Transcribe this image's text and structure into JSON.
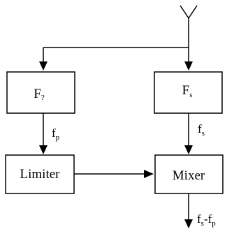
{
  "blocks": {
    "left_filter": {
      "main": "F",
      "sub": "?"
    },
    "right_filter": {
      "main": "F",
      "sub": "s"
    },
    "limiter": {
      "label": "Limiter"
    },
    "mixer": {
      "label": "Mixer"
    }
  },
  "signals": {
    "fp": {
      "main": "f",
      "sub": "p"
    },
    "fs": {
      "main": "f",
      "sub": "s"
    },
    "out": {
      "main1": "f",
      "sub1": "s",
      "dash": "-",
      "main2": "f",
      "sub2": "p"
    }
  }
}
